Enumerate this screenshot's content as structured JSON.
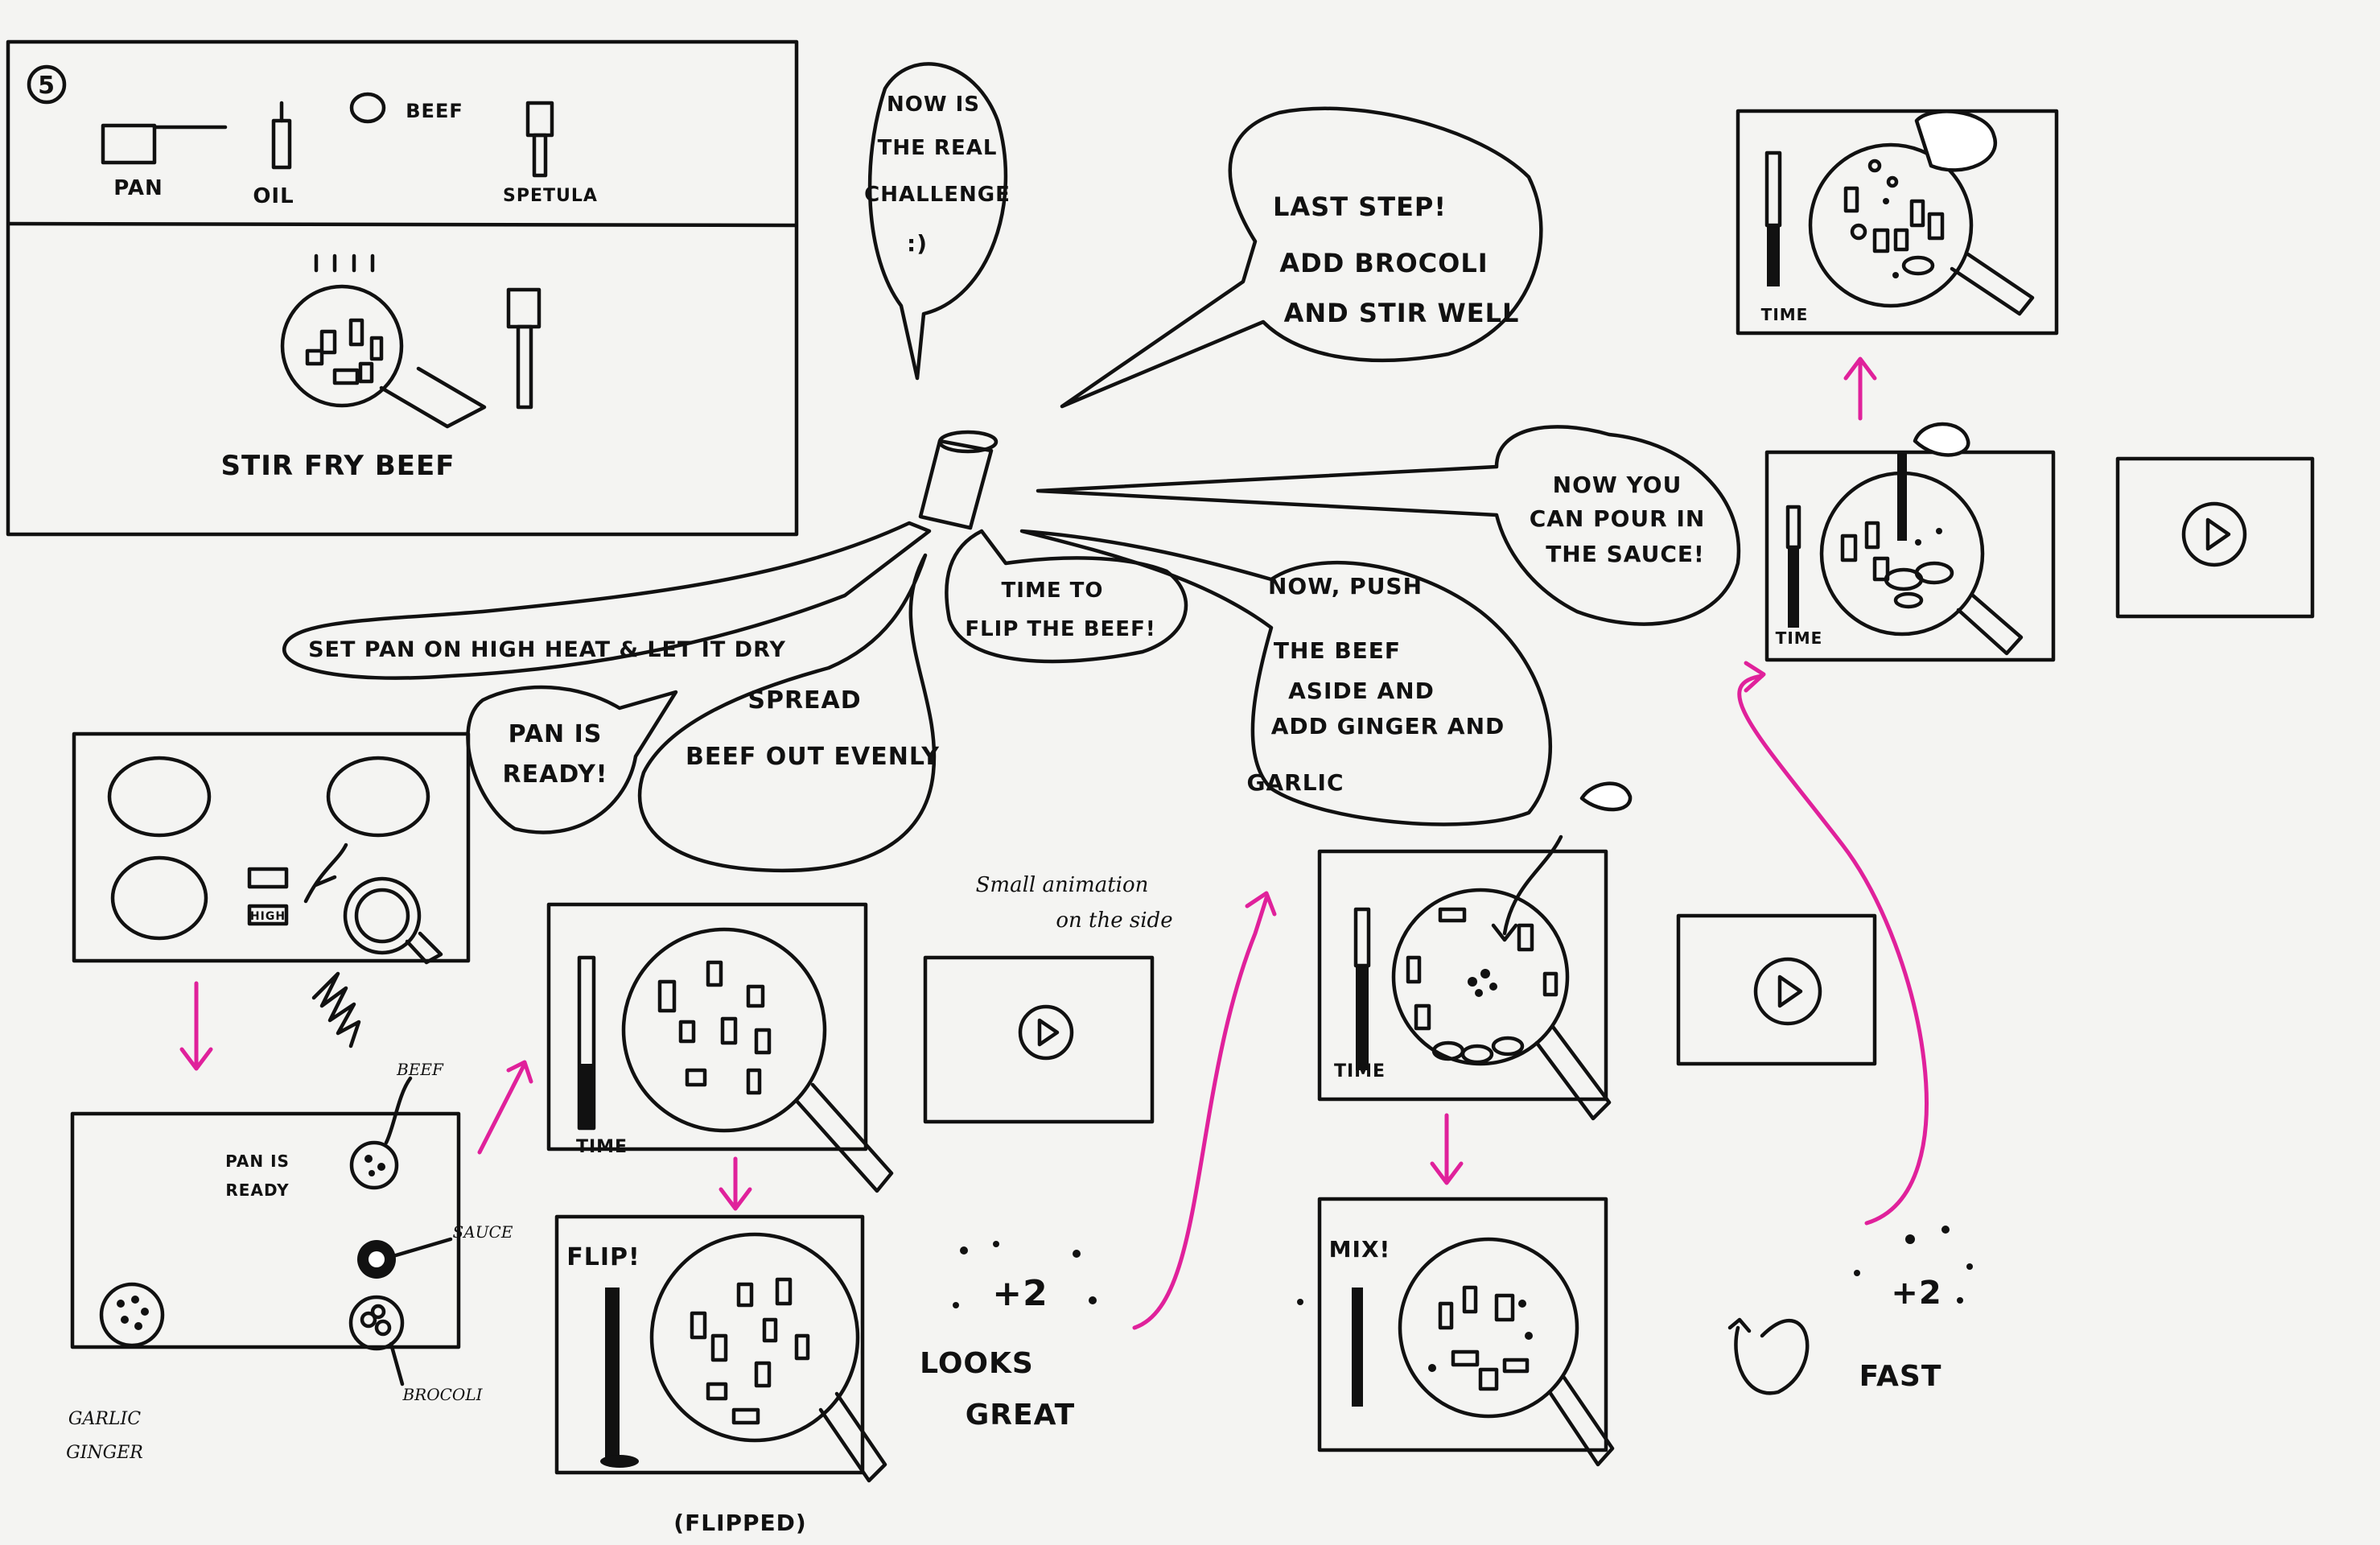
{
  "panel5": {
    "step_number": "5",
    "labels": {
      "pan": "PAN",
      "oil": "OIL",
      "beef": "BEEF",
      "spatula": "SPETULA"
    },
    "caption": "STIR FRY BEEF"
  },
  "bubbles": {
    "challenge": [
      "NOW IS",
      "THE REAL",
      "CHALLENGE"
    ],
    "smiley": ":)",
    "last_step": [
      "LAST STEP!",
      "ADD BROCOLI",
      "AND STIR WELL"
    ],
    "pour_sauce": [
      "NOW YOU",
      "CAN POUR IN",
      "THE SAUCE!"
    ],
    "high_heat": "SET PAN ON HIGH HEAT & LET IT DRY",
    "pan_ready": [
      "PAN IS",
      "READY!"
    ],
    "spread": [
      "SPREAD",
      "BEEF OUT EVENLY"
    ],
    "flip_time": [
      "TIME TO",
      "FLIP THE BEEF!"
    ],
    "push_beef": [
      "NOW, PUSH",
      "THE BEEF",
      "ASIDE AND",
      "ADD GINGER AND",
      "GARLIC"
    ]
  },
  "screens": {
    "stove_label_hi": "HIGH",
    "ingredients": {
      "beef": "BEEF",
      "pan_ready": [
        "PAN IS",
        "READY"
      ],
      "sauce": "SAUCE",
      "garlic_ginger": [
        "GARLIC",
        "GINGER"
      ],
      "brocoli": "BROCOLI"
    },
    "time_label": "TIME",
    "flip_title": "FLIP!",
    "flipped_note": "(FLIPPED)",
    "score_plus": "+2",
    "looks_great": [
      "LOOKS",
      "GREAT"
    ],
    "side_note": [
      "Small animation",
      "on the side"
    ],
    "mix_title": "MIX!",
    "fast_label": "FAST"
  },
  "colors": {
    "ink": "#111111",
    "arrow": "#e0219b",
    "paper": "#f4f4f2"
  }
}
